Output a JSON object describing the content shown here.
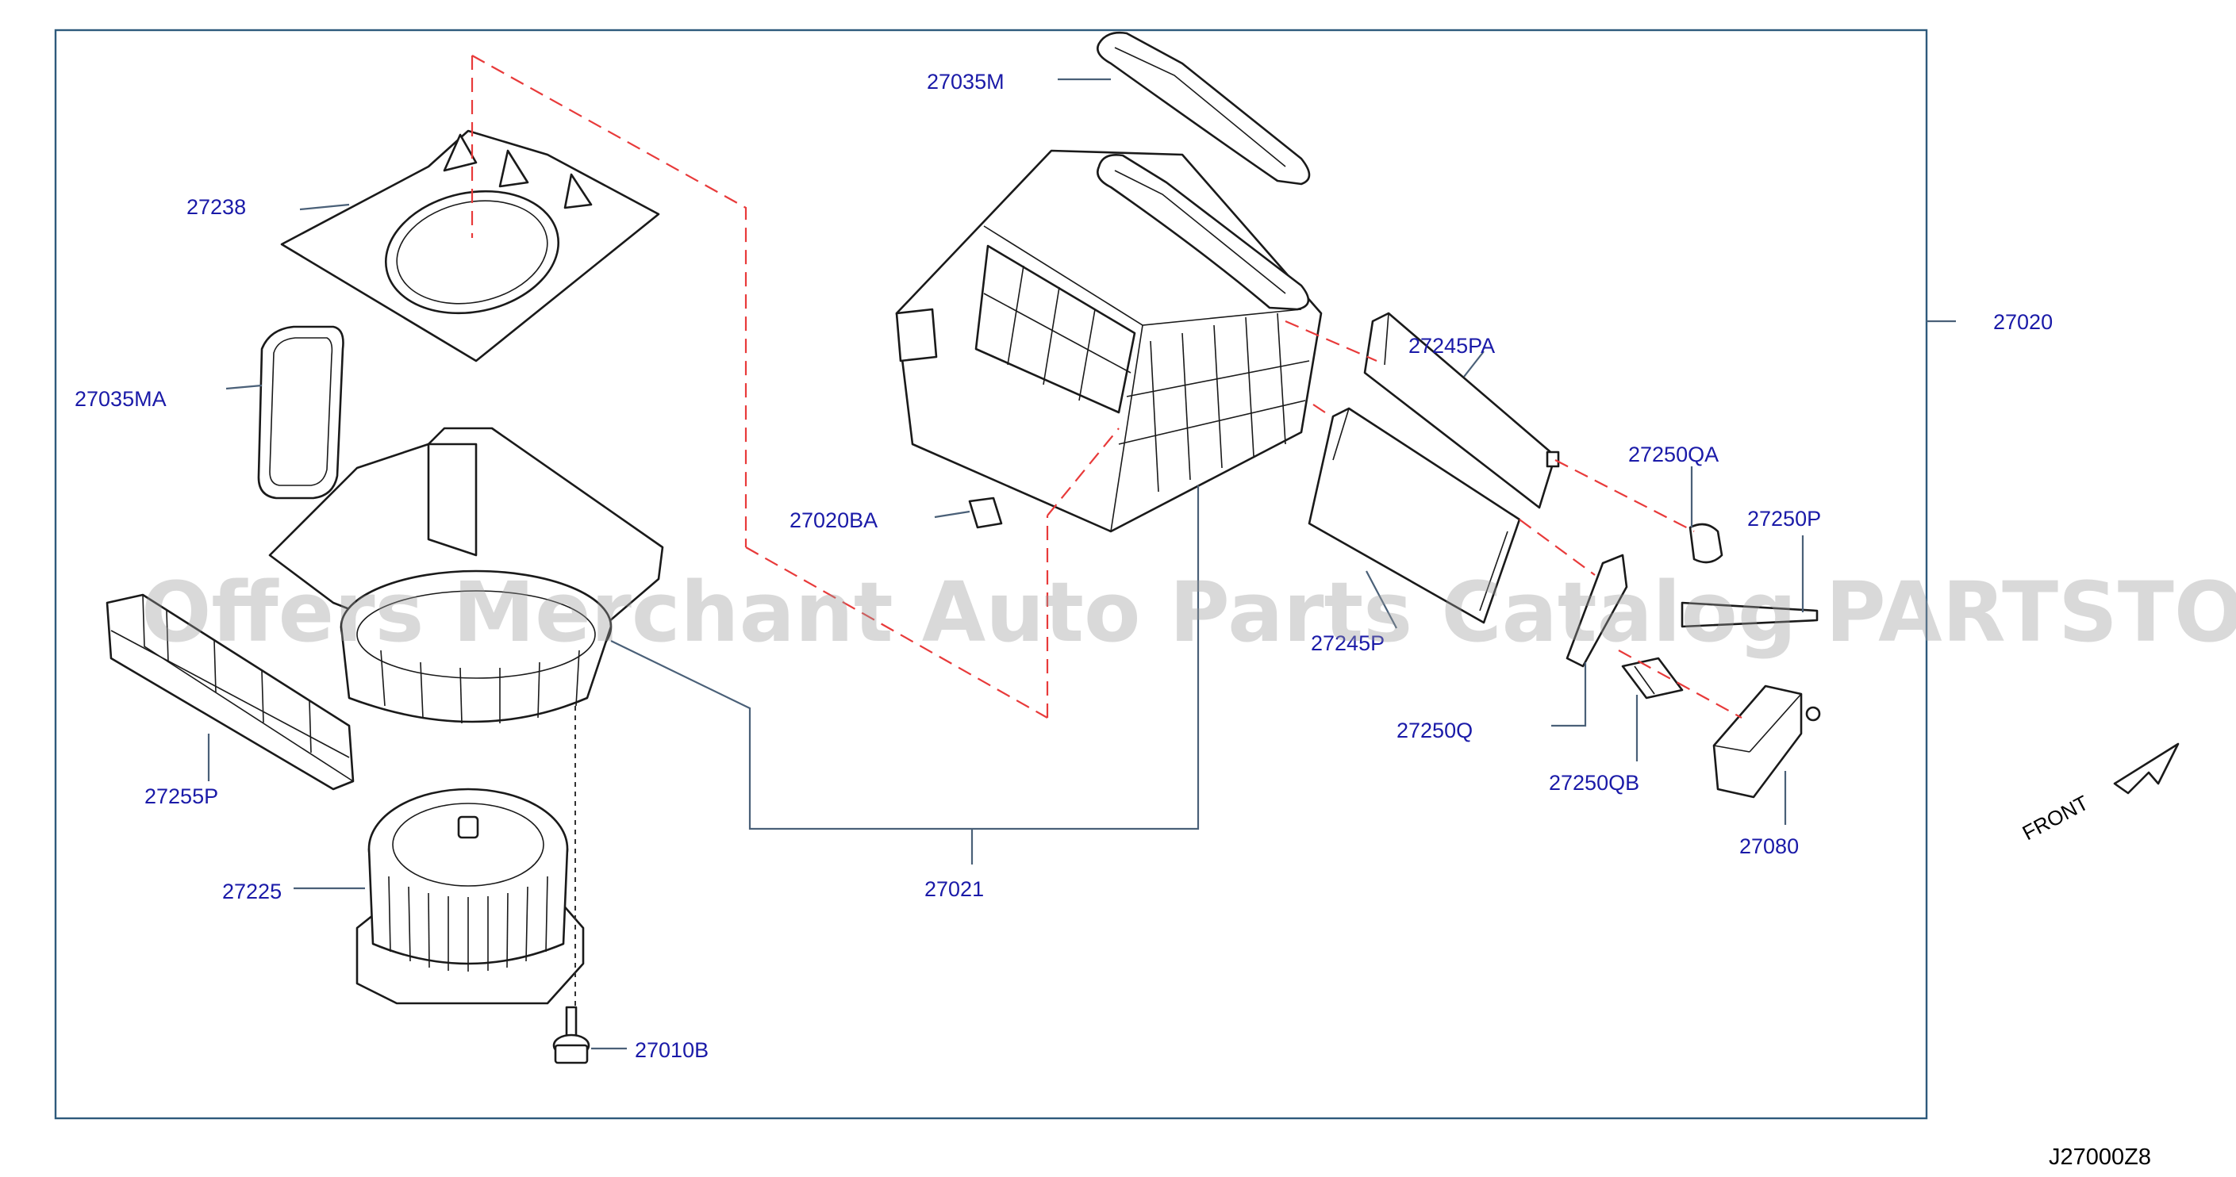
{
  "diagram": {
    "watermark": "Offers Merchant Auto Parts Catalog PARTSTORE.SA",
    "reference_code": "J27000Z8",
    "front_label": "FRONT",
    "labels": {
      "p27035M": "27035M",
      "p27238": "27238",
      "p27035MA": "27035MA",
      "p27020BA": "27020BA",
      "p27245PA": "27245PA",
      "p27020": "27020",
      "p27250QA": "27250QA",
      "p27250P": "27250P",
      "p27245P": "27245P",
      "p27250Q": "27250Q",
      "p27250QB": "27250QB",
      "p27080": "27080",
      "p27255P": "27255P",
      "p27225": "27225",
      "p27021": "27021",
      "p27010B": "27010B"
    },
    "colors": {
      "label_text": "#1a1aa8",
      "leader_line": "#4a6078",
      "dashed_line": "#e83a3a",
      "frame": "#2e5a7c",
      "parts_outline": "#1a1a1a"
    }
  }
}
